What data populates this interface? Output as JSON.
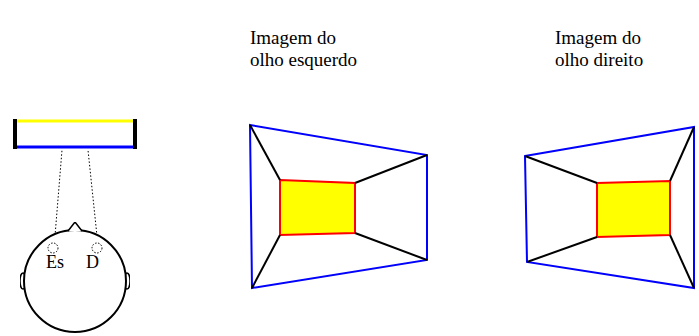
{
  "diagram": {
    "nodes": [
      {
        "text": [
          "Es",
          "D"
        ]
      }
    ],
    "labels": [
      "Imagem do olho esquerdo",
      "Imagem do olho direito"
    ]
  }
}
